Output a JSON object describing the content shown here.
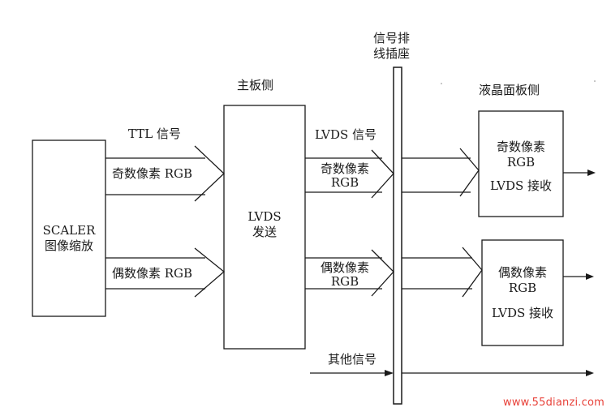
{
  "blocks": {
    "scaler": {
      "line1": "SCALER",
      "line2": "图像缩放"
    },
    "lvds_tx": {
      "line1": "LVDS",
      "line2": "发送"
    },
    "odd_rx": {
      "line1": "奇数像素",
      "line2": "RGB",
      "line3": "LVDS 接收"
    },
    "even_rx": {
      "line1": "偶数像素",
      "line2": "RGB",
      "line3": "LVDS 接收"
    }
  },
  "headings": {
    "mainboard": "主板侧",
    "connector_line1": "信号排",
    "connector_line2": "线插座",
    "panel": "液晶面板侧"
  },
  "signals": {
    "ttl": "TTL 信号",
    "ttl_odd": "奇数像素 RGB",
    "ttl_even": "偶数像素 RGB",
    "lvds": "LVDS 信号",
    "lvds_odd_line1": "奇数像素",
    "lvds_odd_line2": "RGB",
    "lvds_even_line1": "偶数像素",
    "lvds_even_line2": "RGB",
    "other": "其他信号"
  },
  "watermark": "www.55dianzi.com",
  "colors": {
    "ink": "#1a1a1a",
    "watermark": "#e8423a"
  }
}
